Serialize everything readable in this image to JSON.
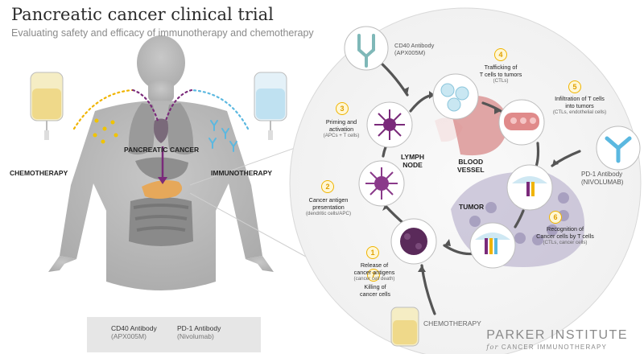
{
  "header": {
    "title": "Pancreatic cancer clinical trial",
    "subtitle": "Evaluating safety and efficacy of immunotherapy and chemotherapy"
  },
  "body_labels": {
    "chemotherapy": "CHEMOTHERAPY",
    "pancreatic_cancer": "PANCREATIC CANCER",
    "immunotherapy": "IMMUNOTHERAPY"
  },
  "cycle": {
    "lymph_node": "LYMPH\nNODE",
    "blood_vessel": "BLOOD\nVESSEL",
    "tumor": "TUMOR",
    "chemotherapy": "CHEMOTHERAPY",
    "cd40": {
      "name": "CD40 Antibody",
      "code": "(APX005M)"
    },
    "pd1": {
      "name": "PD-1 Antibody",
      "code": "(NIVOLUMAB)"
    },
    "steps": [
      {
        "n": "1",
        "title": "Release of\ncancer antigens",
        "sub": "(cancer cell death)"
      },
      {
        "n": "2",
        "title": "Cancer antigen\npresentation",
        "sub": "(dendritic cells/APC)"
      },
      {
        "n": "3",
        "title": "Priming and\nactivation",
        "sub": "(APCs + T cells)"
      },
      {
        "n": "4",
        "title": "Trafficking of\nT cells to tumors",
        "sub": "(CTLs)"
      },
      {
        "n": "5",
        "title": "Infiltration of T cells\ninto tumors",
        "sub": "(CTLs, endothelial cells)"
      },
      {
        "n": "6",
        "title": "Recognition of\nCancer cells by T cells",
        "sub": "(CTLs, cancer cells)"
      },
      {
        "n": "7",
        "title": "Killing of\ncancer cells",
        "sub": ""
      }
    ]
  },
  "legend": {
    "cd40": {
      "name": "CD40 Antibody",
      "code": "(APX005M)"
    },
    "pd1": {
      "name": "PD-1 Antibody",
      "code": "(Nivolumab)"
    }
  },
  "brand": {
    "line1": "PARKER INSTITUTE",
    "line2_for": "for",
    "line2": "CANCER IMMUNOTHERAPY"
  },
  "colors": {
    "accent_yellow": "#f0b400",
    "purple": "#7a2a7a",
    "body_gray": "#b9b9b9",
    "antibody_blue": "#5bb8e0",
    "tumor_purple": "#6a5a8a"
  }
}
